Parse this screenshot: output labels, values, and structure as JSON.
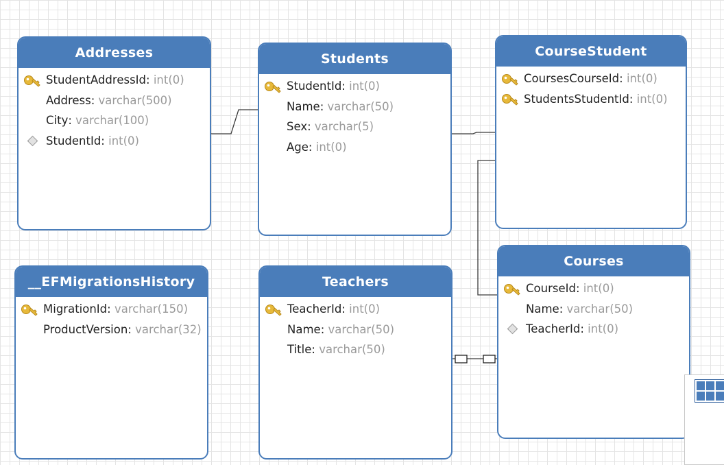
{
  "entities": [
    {
      "id": "addresses",
      "title": "Addresses",
      "fields": [
        {
          "name": "StudentAddressId",
          "type": "int(0)",
          "marker": "key"
        },
        {
          "name": "Address",
          "type": "varchar(500)",
          "marker": "none"
        },
        {
          "name": "City",
          "type": "varchar(100)",
          "marker": "none"
        },
        {
          "name": "StudentId",
          "type": "int(0)",
          "marker": "fk"
        }
      ]
    },
    {
      "id": "students",
      "title": "Students",
      "fields": [
        {
          "name": "StudentId",
          "type": "int(0)",
          "marker": "key"
        },
        {
          "name": "Name",
          "type": "varchar(50)",
          "marker": "none"
        },
        {
          "name": "Sex",
          "type": "varchar(5)",
          "marker": "none"
        },
        {
          "name": "Age",
          "type": "int(0)",
          "marker": "none"
        }
      ]
    },
    {
      "id": "coursestudent",
      "title": "CourseStudent",
      "fields": [
        {
          "name": "CoursesCourseId",
          "type": "int(0)",
          "marker": "key"
        },
        {
          "name": "StudentsStudentId",
          "type": "int(0)",
          "marker": "key"
        }
      ]
    },
    {
      "id": "efmigrationshistory",
      "title": "__EFMigrationsHistory",
      "fields": [
        {
          "name": "MigrationId",
          "type": "varchar(150)",
          "marker": "key"
        },
        {
          "name": "ProductVersion",
          "type": "varchar(32)",
          "marker": "none"
        }
      ]
    },
    {
      "id": "teachers",
      "title": "Teachers",
      "fields": [
        {
          "name": "TeacherId",
          "type": "int(0)",
          "marker": "key"
        },
        {
          "name": "Name",
          "type": "varchar(50)",
          "marker": "none"
        },
        {
          "name": "Title",
          "type": "varchar(50)",
          "marker": "none"
        }
      ]
    },
    {
      "id": "courses",
      "title": "Courses",
      "fields": [
        {
          "name": "CourseId",
          "type": "int(0)",
          "marker": "key"
        },
        {
          "name": "Name",
          "type": "varchar(50)",
          "marker": "none"
        },
        {
          "name": "TeacherId",
          "type": "int(0)",
          "marker": "fk"
        }
      ]
    }
  ],
  "relationships": [
    {
      "from": "Addresses",
      "to": "Students"
    },
    {
      "from": "Students",
      "to": "CourseStudent"
    },
    {
      "from": "CourseStudent",
      "to": "Courses"
    },
    {
      "from": "Teachers",
      "to": "Courses"
    }
  ],
  "colors": {
    "header": "#4a7dba",
    "key": "#e7b93a",
    "type_text": "#9a9a9a"
  },
  "icons": {
    "primary_key": "key-icon",
    "foreign_key": "diamond-icon",
    "overview": "overview-map-icon"
  }
}
